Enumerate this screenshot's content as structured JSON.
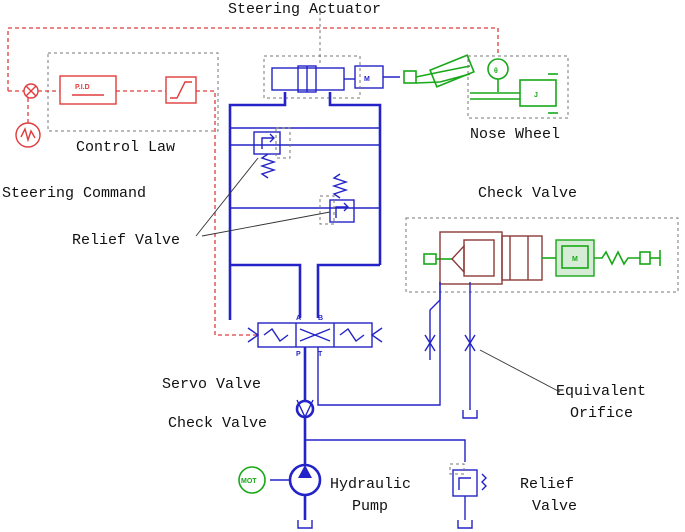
{
  "labels": {
    "steering_actuator": "Steering Actuator",
    "control_law": "Control Law",
    "nose_wheel": "Nose Wheel",
    "steering_command": "Steering Command",
    "check_valve_top": "Check Valve",
    "relief_valve_left": "Relief Valve",
    "servo_valve": "Servo Valve",
    "check_valve_bottom": "Check Valve",
    "equivalent_orifice_1": "Equivalent",
    "equivalent_orifice_2": "Orifice",
    "hydraulic_pump_1": "Hydraulic",
    "hydraulic_pump_2": "Pump",
    "relief_valve_right_1": "Relief",
    "relief_valve_right_2": "Valve"
  },
  "symbols": {
    "pid": "P.I.D",
    "motor_m": "M",
    "mot": "MOT",
    "mass_j": "J",
    "theta": "θ",
    "port_a": "A",
    "port_b": "B",
    "port_p": "P",
    "port_t": "T"
  },
  "colors": {
    "hydraulic": "#2323c8",
    "signal": "#e03c3c",
    "mechanical": "#18a818",
    "check_valve_body": "#8b3a3a"
  }
}
